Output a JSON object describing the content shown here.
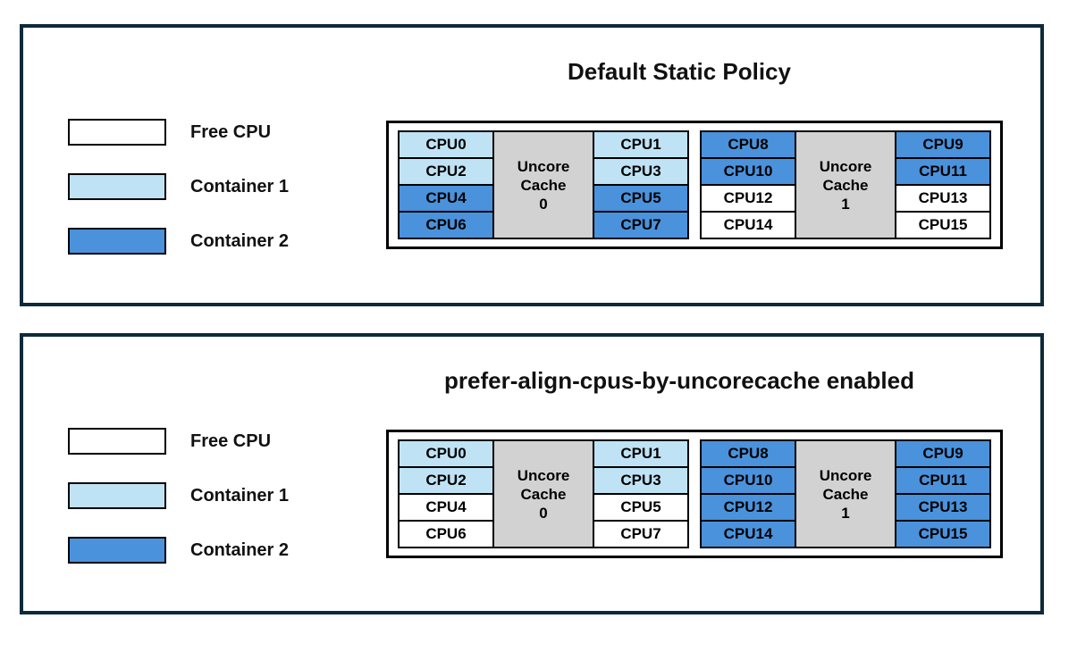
{
  "colors": {
    "free": "#FFFFFF",
    "container1": "#BFE3F5",
    "container2": "#4A92DC",
    "uncore_cache": "#D2D2D2",
    "panel_border": "#0D2A3A",
    "line": "#000000"
  },
  "legend": {
    "items": [
      {
        "name": "free-cpu",
        "label": "Free CPU",
        "owner": "free"
      },
      {
        "name": "container-1",
        "label": "Container 1",
        "owner": "container1"
      },
      {
        "name": "container-2",
        "label": "Container 2",
        "owner": "container2"
      }
    ]
  },
  "panels": [
    {
      "title": "Default Static Policy",
      "groups": [
        {
          "cache_lines": [
            "Uncore",
            "Cache",
            "0"
          ],
          "left_cpus": [
            {
              "label": "CPU0",
              "owner": "container1"
            },
            {
              "label": "CPU2",
              "owner": "container1"
            },
            {
              "label": "CPU4",
              "owner": "container2"
            },
            {
              "label": "CPU6",
              "owner": "container2"
            }
          ],
          "right_cpus": [
            {
              "label": "CPU1",
              "owner": "container1"
            },
            {
              "label": "CPU3",
              "owner": "container1"
            },
            {
              "label": "CPU5",
              "owner": "container2"
            },
            {
              "label": "CPU7",
              "owner": "container2"
            }
          ]
        },
        {
          "cache_lines": [
            "Uncore",
            "Cache",
            "1"
          ],
          "left_cpus": [
            {
              "label": "CPU8",
              "owner": "container2"
            },
            {
              "label": "CPU10",
              "owner": "container2"
            },
            {
              "label": "CPU12",
              "owner": "free"
            },
            {
              "label": "CPU14",
              "owner": "free"
            }
          ],
          "right_cpus": [
            {
              "label": "CPU9",
              "owner": "container2"
            },
            {
              "label": "CPU11",
              "owner": "container2"
            },
            {
              "label": "CPU13",
              "owner": "free"
            },
            {
              "label": "CPU15",
              "owner": "free"
            }
          ]
        }
      ]
    },
    {
      "title": "prefer-align-cpus-by-uncorecache enabled",
      "groups": [
        {
          "cache_lines": [
            "Uncore",
            "Cache",
            "0"
          ],
          "left_cpus": [
            {
              "label": "CPU0",
              "owner": "container1"
            },
            {
              "label": "CPU2",
              "owner": "container1"
            },
            {
              "label": "CPU4",
              "owner": "free"
            },
            {
              "label": "CPU6",
              "owner": "free"
            }
          ],
          "right_cpus": [
            {
              "label": "CPU1",
              "owner": "container1"
            },
            {
              "label": "CPU3",
              "owner": "container1"
            },
            {
              "label": "CPU5",
              "owner": "free"
            },
            {
              "label": "CPU7",
              "owner": "free"
            }
          ]
        },
        {
          "cache_lines": [
            "Uncore",
            "Cache",
            "1"
          ],
          "left_cpus": [
            {
              "label": "CPU8",
              "owner": "container2"
            },
            {
              "label": "CPU10",
              "owner": "container2"
            },
            {
              "label": "CPU12",
              "owner": "container2"
            },
            {
              "label": "CPU14",
              "owner": "container2"
            }
          ],
          "right_cpus": [
            {
              "label": "CPU9",
              "owner": "container2"
            },
            {
              "label": "CPU11",
              "owner": "container2"
            },
            {
              "label": "CPU13",
              "owner": "container2"
            },
            {
              "label": "CPU15",
              "owner": "container2"
            }
          ]
        }
      ]
    }
  ]
}
